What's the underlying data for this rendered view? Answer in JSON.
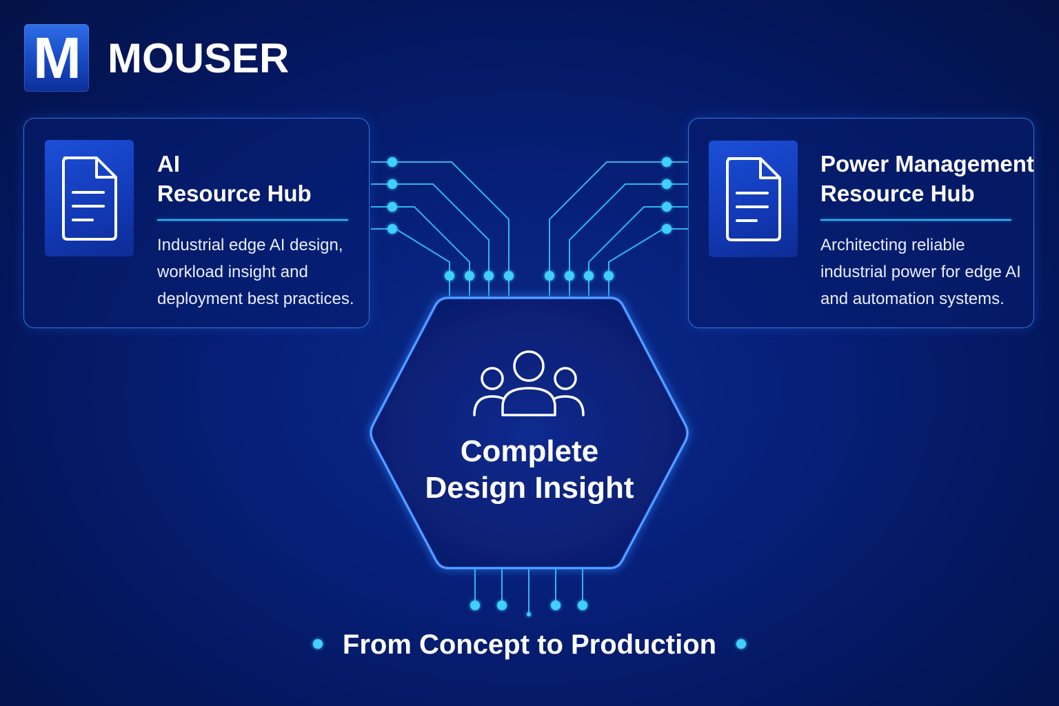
{
  "brand": {
    "logo_letter": "M",
    "name": "MOUSER"
  },
  "cards": [
    {
      "title_lines": [
        "AI",
        "Resource Hub"
      ],
      "description_lines": [
        "Industrial edge AI design,",
        "workload insight and",
        "deployment best practices."
      ],
      "icon": "document-icon"
    },
    {
      "title_lines": [
        "Power Management",
        "Resource Hub"
      ],
      "description_lines": [
        "Architecting reliable",
        "industrial power for edge AI",
        "and automation systems."
      ],
      "icon": "document-icon"
    }
  ],
  "hub": {
    "icon": "team-icon",
    "title_lines": [
      "Complete",
      "Design Insight"
    ]
  },
  "tagline": "From Concept to Production",
  "colors": {
    "background": "#04175e",
    "glow_blue": "#2f7dff",
    "accent_cyan": "#2fc4ff",
    "card_border": "#4696ff"
  }
}
